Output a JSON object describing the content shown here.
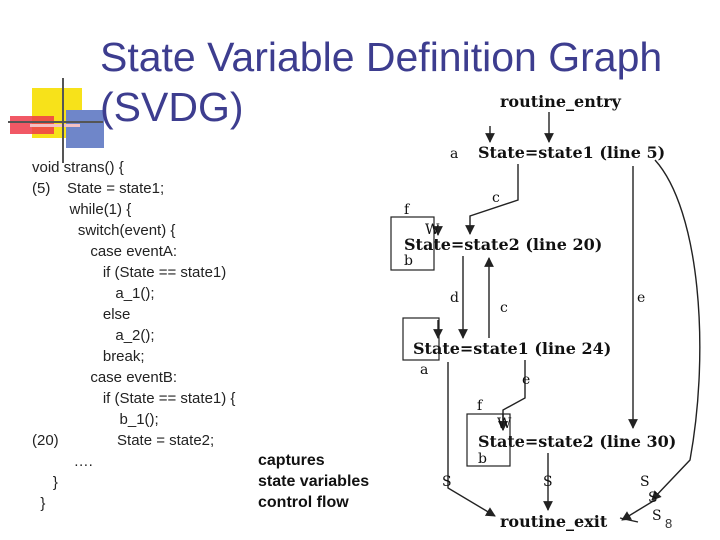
{
  "slide": {
    "title_line1": "State Variable Definition Graph",
    "title_line2": "(SVDG)",
    "page_number": "8"
  },
  "code": [
    "void strans() {",
    "(5)    State = state1;",
    "         while(1) {",
    "           switch(event) {",
    "              case eventA:",
    "                 if (State == state1)",
    "                    a_1();",
    "                 else",
    "                    a_2();",
    "                 break;",
    "              case eventB:",
    "                 if (State == state1) {",
    "                     b_1();",
    "(20)              State = state2;",
    "          ….",
    "     }",
    "  }"
  ],
  "caption": [
    "captures",
    "state variables",
    "control flow"
  ],
  "diagram": {
    "entry": "routine_entry",
    "exit": "routine_exit",
    "nodes": [
      "State=state1 (line 5)",
      "State=state2 (line 20)",
      "State=state1 (line 24)",
      "State=state2 (line 30)"
    ],
    "labels": {
      "a1": "a",
      "c1": "c",
      "f1": "f",
      "w1": "W",
      "b1": "b",
      "d": "d",
      "c2": "c",
      "e1": "e",
      "a2": "a",
      "e2": "e",
      "f2": "f",
      "w2": "W",
      "b2": "b",
      "s1": "S",
      "s2": "S",
      "s3": "S",
      "s4": "S",
      "s5": "S"
    }
  }
}
